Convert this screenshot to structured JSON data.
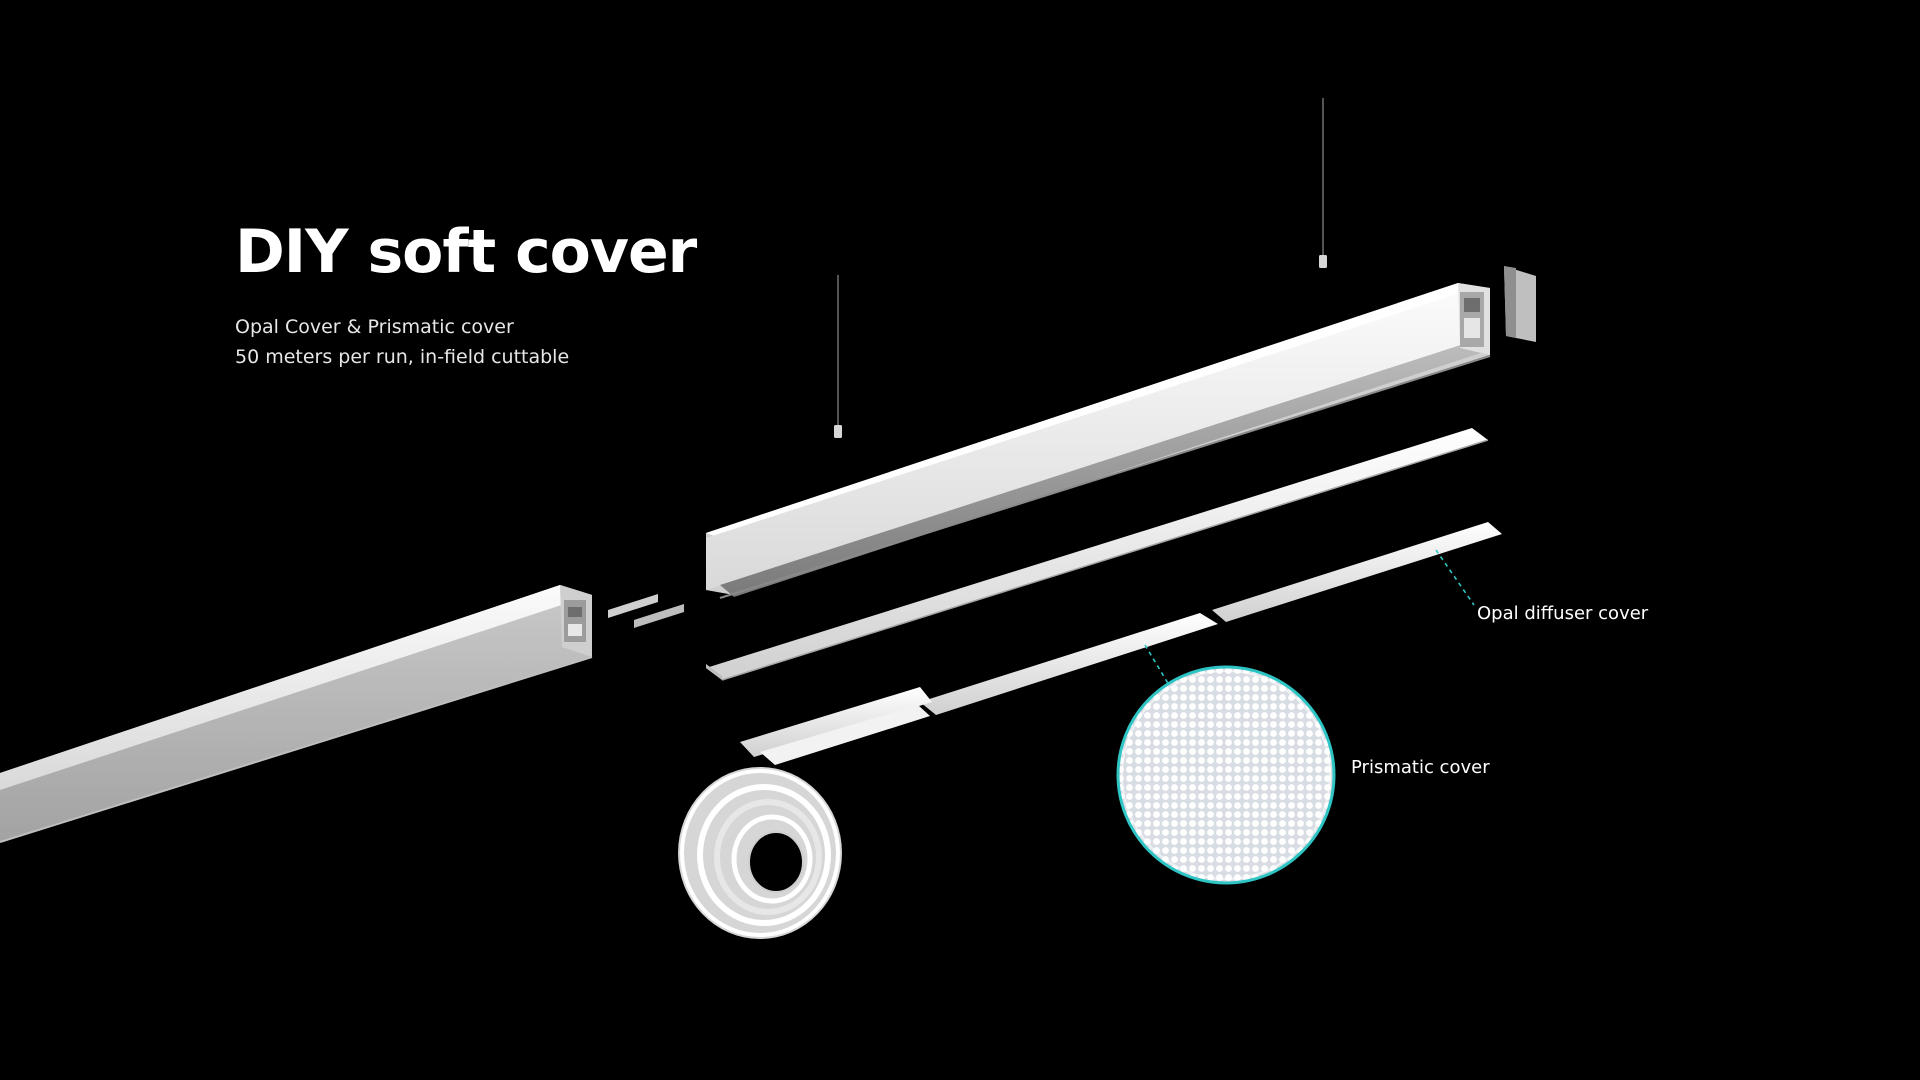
{
  "headline": "DIY soft cover",
  "subtitle_lines": [
    "Opal Cover & Prismatic cover",
    "50 meters per run, in-field cuttable"
  ],
  "callouts": {
    "opal": "Opal diffuser cover",
    "prismatic": "Prismatic cover"
  },
  "colors": {
    "background": "#000000",
    "profile": "#f2f2f2",
    "accent_leader": "#2ec4c4"
  },
  "icons": [
    "suspension-cable-icon",
    "aluminum-profile-icon",
    "end-cap-icon",
    "cover-roll-icon",
    "magnifier-circle-icon"
  ]
}
